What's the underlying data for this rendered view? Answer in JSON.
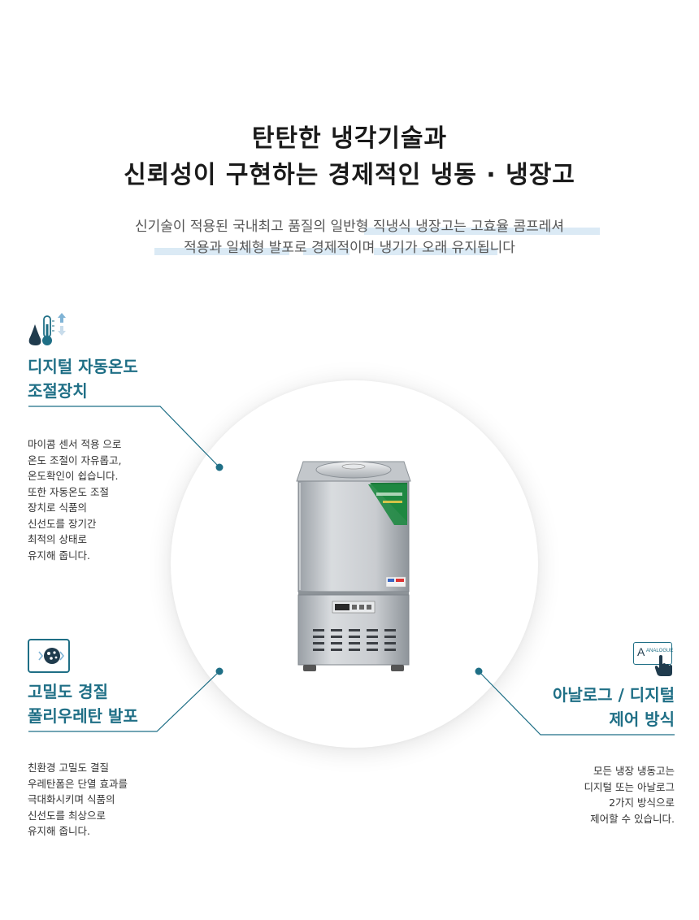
{
  "heading": {
    "line1": "탄탄한 냉각기술과",
    "line2": "신뢰성이 구현하는 경제적인 냉동 · 냉장고"
  },
  "subheading": {
    "line1": "신기술이 적용된 국내최고 품질의 일반형 직냉식 냉장고는 고효율 콤프레셔",
    "line2": "적용과 일체형 발포로 경제적이며 냉기가 오래 유지됩니다"
  },
  "features": {
    "digital": {
      "icon": "thermometer-icon",
      "title1": "디지털 자동온도",
      "title2": "조절장치",
      "desc": [
        "마이콤 센서 적용 으로",
        "온도 조절이 자유롭고,",
        "온도확인이 쉽습니다.",
        "또한 자동온도 조절",
        "장치로 식품의",
        "신선도를 장기간",
        "최적의 상태로",
        "유지해 줍니다."
      ]
    },
    "foam": {
      "icon": "foam-insulation-icon",
      "title1": "고밀도 경질",
      "title2": "폴리우레탄 발포",
      "desc": [
        "친환경 고밀도 결질",
        "우레탄폼은 단열 효과를",
        "극대화시키며 식품의",
        "신선도를 최상으로",
        "유지해 줍니다."
      ]
    },
    "control": {
      "icon": "analogue-touch-icon",
      "icon_text": "ANALOGUE",
      "title1": "아날로그 / 디지털",
      "title2": "제어 방식",
      "desc": [
        "모든 냉장 냉동고는",
        "디지털 또는 아날로그",
        "2가지 방식으로",
        "제어할 수 있습니다."
      ]
    }
  },
  "colors": {
    "accent": "#1f6f86",
    "highlight": "#dbeaf5"
  }
}
